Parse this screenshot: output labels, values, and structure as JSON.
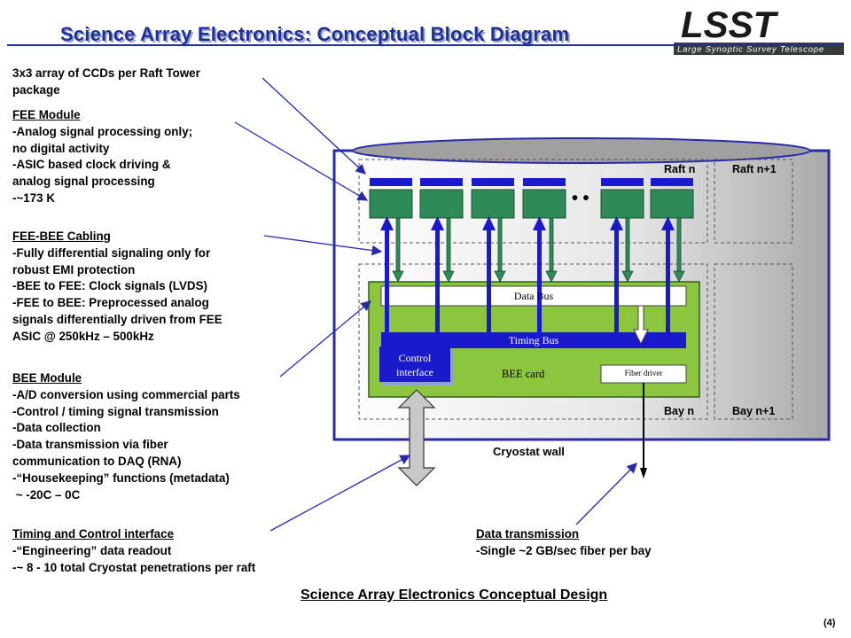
{
  "title": "Science Array Electronics:  Conceptual Block Diagram",
  "logo": {
    "text": "LSST",
    "tagline": "Large Synoptic Survey Telescope"
  },
  "notes": {
    "ccd_array": [
      "3x3 array of CCDs per Raft Tower",
      "package"
    ],
    "fee_module": {
      "heading": "FEE Module",
      "lines": [
        "-Analog signal processing only;",
        "no digital activity",
        "-ASIC based clock driving &",
        "analog signal processing",
        "-~173 K"
      ]
    },
    "fee_bee_cabling": {
      "heading": "FEE-BEE Cabling",
      "lines": [
        "-Fully differential signaling only for",
        "robust EMI protection",
        "-BEE to FEE:  Clock signals (LVDS)",
        "-FEE to BEE:  Preprocessed analog",
        "signals differentially driven from FEE",
        "ASIC @ 250kHz – 500kHz"
      ]
    },
    "bee_module": {
      "heading": "BEE Module",
      "lines": [
        "-A/D conversion using commercial parts",
        "-Control / timing signal transmission",
        "-Data collection",
        "-Data transmission via fiber",
        "communication to DAQ (RNA)",
        "-“Housekeeping” functions (metadata)",
        " ~ -20C – 0C"
      ]
    },
    "timing_control": {
      "heading": "Timing and Control interface",
      "lines": [
        "-“Engineering” data readout",
        "-~ 8 - 10 total Cryostat penetrations per raft"
      ]
    },
    "data_transmission": {
      "heading": "Data transmission",
      "lines": [
        "-Single ~2 GB/sec fiber per bay"
      ]
    }
  },
  "diagram": {
    "raft_n": "Raft n",
    "raft_n1": "Raft n+1",
    "bay_n": "Bay n",
    "bay_n1": "Bay n+1",
    "ellipsis": "• •",
    "data_bus": "Data Bus",
    "timing_bus": "Timing  Bus",
    "control_interface": [
      "Control",
      "interface"
    ],
    "bee_card": "BEE card",
    "fiber_driver": "Fiber driver",
    "cryostat_wall": "Cryostat wall",
    "colors": {
      "fee_green": "#2e8b57",
      "bus_blue": "#1a1acc",
      "bee_card_green": "#8cc63f",
      "cryostat_gray": "#bdbdbd",
      "title_blue": "#1f2f9a"
    }
  },
  "footer": "Science Array Electronics Conceptual Design",
  "page_number": "(4)"
}
